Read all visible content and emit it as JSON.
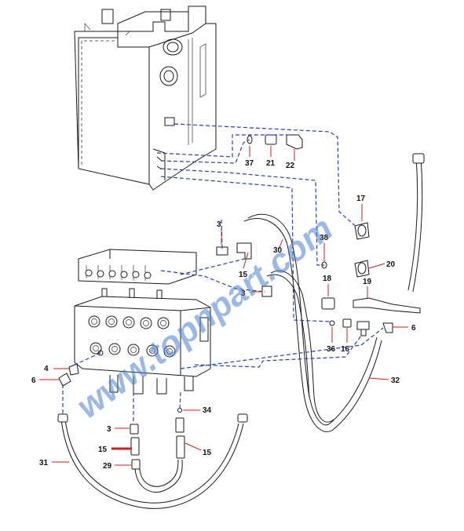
{
  "watermark": "www.topnpart.com",
  "colors": {
    "route": "#2b3fb0",
    "leader": "#cc1f1f",
    "watermark": "#4a7fcf"
  },
  "callouts": {
    "c37": "37",
    "c21": "21",
    "c22": "22",
    "c17": "17",
    "c3a": "3",
    "c30": "30",
    "c15a": "15",
    "c38": "38",
    "c20": "20",
    "c3b": "3",
    "c18": "18",
    "c19": "19",
    "c36": "36",
    "c16": "16",
    "c6a": "6",
    "c4": "4",
    "c6b": "6",
    "c32": "32",
    "c34": "34",
    "c3c": "3",
    "c15b": "15",
    "c15c": "15",
    "c29": "29",
    "c31": "31"
  }
}
